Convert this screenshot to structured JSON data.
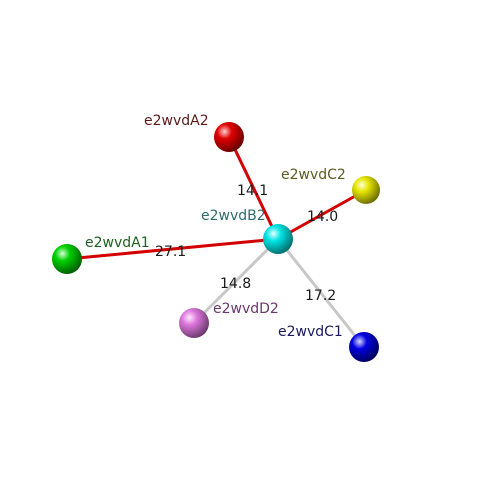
{
  "nodes": [
    {
      "id": "B2",
      "label": "e2wvdB2",
      "color": "#00e5e5",
      "label_color": "#2f6b6e"
    },
    {
      "id": "A2",
      "label": "e2wvdA2",
      "color": "#e00000",
      "label_color": "#5a1a1a"
    },
    {
      "id": "C2",
      "label": "e2wvdC2",
      "color": "#e5e500",
      "label_color": "#5c5c22"
    },
    {
      "id": "A1",
      "label": "e2wvdA1",
      "color": "#00d000",
      "label_color": "#1f5f1f"
    },
    {
      "id": "D2",
      "label": "e2wvdD2",
      "color": "#dd77dd",
      "label_color": "#6a386a"
    },
    {
      "id": "C1",
      "label": "e2wvdC1",
      "color": "#0000e0",
      "label_color": "#1a1a5c"
    }
  ],
  "edges": [
    {
      "from": "B2",
      "to": "A2",
      "distance": "14.1",
      "color": "#d40000"
    },
    {
      "from": "B2",
      "to": "C2",
      "distance": "14.0",
      "color": "#d40000"
    },
    {
      "from": "B2",
      "to": "A1",
      "distance": "27.1",
      "color": "#d40000"
    },
    {
      "from": "B2",
      "to": "D2",
      "distance": "14.8",
      "color": "#c8c8c8"
    },
    {
      "from": "B2",
      "to": "C1",
      "distance": "17.2",
      "color": "#c8c8c8"
    }
  ]
}
